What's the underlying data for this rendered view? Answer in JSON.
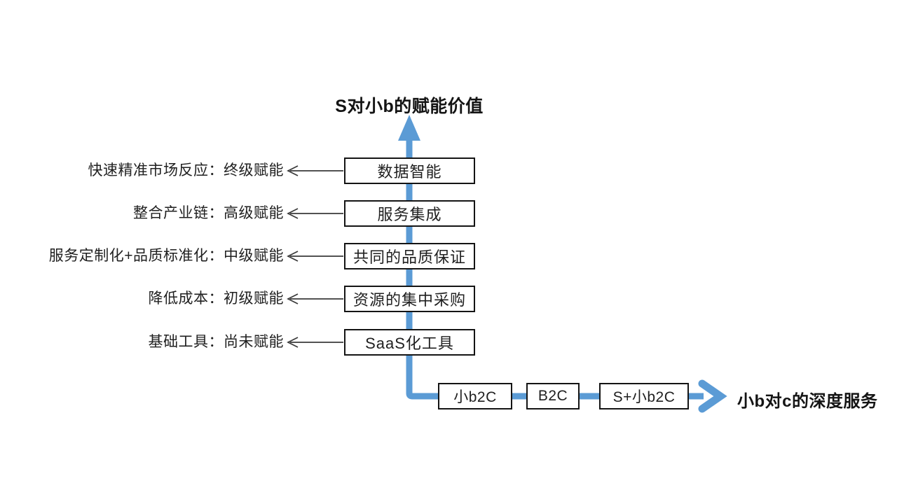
{
  "diagram": {
    "y_axis": {
      "title": "S对小b的赋能价值"
    },
    "x_axis": {
      "title": "小b对c的深度服务"
    },
    "levels": [
      {
        "label": "快速精准市场反应：终级赋能",
        "box": "数据智能"
      },
      {
        "label": "整合产业链：高级赋能",
        "box": "服务集成"
      },
      {
        "label": "服务定制化+品质标准化：中级赋能",
        "box": "共同的品质保证"
      },
      {
        "label": "降低成本：初级赋能",
        "box": "资源的集中采购"
      },
      {
        "label": "基础工具：尚未赋能",
        "box": "SaaS化工具"
      }
    ],
    "x_boxes": [
      {
        "label": "小b2C"
      },
      {
        "label": "B2C"
      },
      {
        "label": "S+小b2C"
      }
    ],
    "colors": {
      "axis_blue": "#5B9BD5",
      "box_border": "#141414",
      "text": "#1f1f1f",
      "connector_gray": "#3a3a3a",
      "background": "#ffffff"
    }
  }
}
